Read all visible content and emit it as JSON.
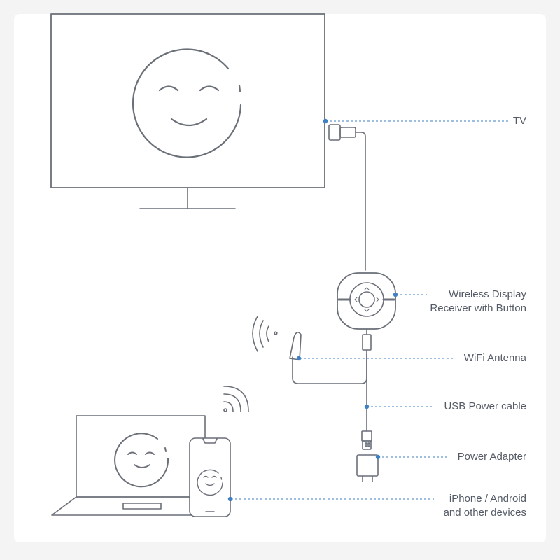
{
  "colors": {
    "line": "#6a6f78",
    "accent": "#3f7fc4",
    "label": "#555b66"
  },
  "labels": {
    "tv": "TV",
    "receiver_line1": "Wireless Display",
    "receiver_line2": "Receiver with Button",
    "antenna": "WiFi Antenna",
    "usb_cable": "USB Power cable",
    "power_adapter": "Power Adapter",
    "devices_line1": "iPhone / Android",
    "devices_line2": "and other devices"
  }
}
